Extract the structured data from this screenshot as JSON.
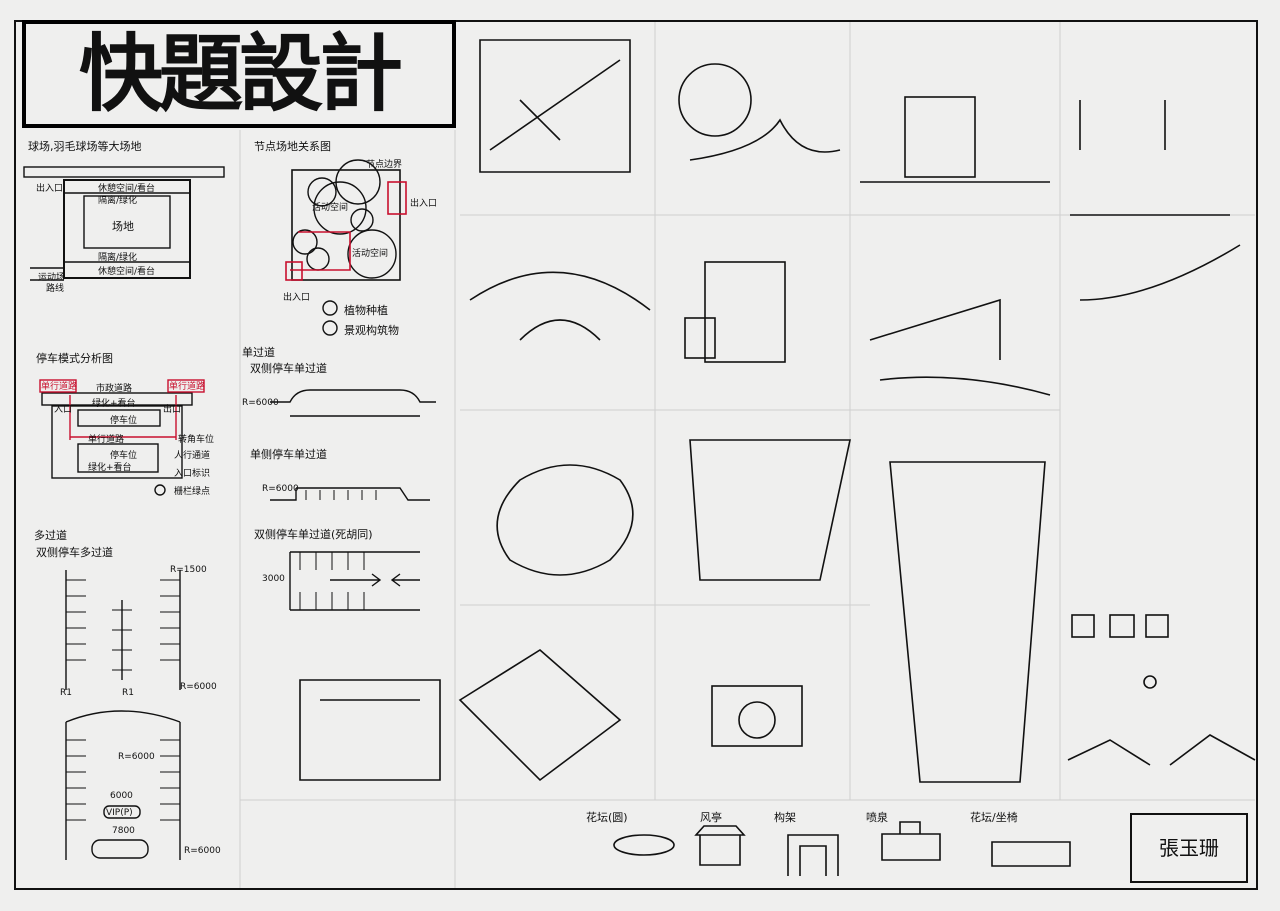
{
  "title": "快題設計",
  "author": "張玉珊",
  "sections": {
    "court": {
      "heading": "球场,羽毛球场等大场地",
      "entrance": "出入口",
      "top_band_1": "休憩空间/看台",
      "top_band_2": "隔离/绿化",
      "center": "场地",
      "bottom_band_1": "隔离/绿化",
      "bottom_band_2": "休憩空间/看台",
      "road_label": "运动场",
      "road_label2": "路线"
    },
    "node": {
      "heading": "节点场地关系图",
      "edge": "节点边界",
      "entrance_right": "出入口",
      "entrance_bottom": "出入口",
      "inner_top": "活动空间",
      "inner_bottom": "活动空间",
      "legend_1": "植物种植",
      "legend_2": "景观构筑物"
    },
    "parking": {
      "heading": "停车模式分析图",
      "road": "市政道路",
      "left_red": "单行道路",
      "right_red": "单行道路",
      "green": "绿化+看台",
      "block1": "停车位",
      "block2": "停车位",
      "entrance_lbl": "入口",
      "exit_lbl": "出口",
      "row1": "单行道路",
      "row2": "绿化+看台",
      "right_1": "转角车位",
      "right_2": "人行通道",
      "right_3": "入口标识",
      "right_4": "栅栏绿点"
    },
    "lanes": {
      "single_heading": "单过道",
      "single_sub": "双侧停车单过道",
      "single_r": "R=6000",
      "one_side_heading": "单侧停车单过道",
      "one_side_r": "R=6000",
      "double_heading": "双侧停车单过道(死胡同)",
      "double_dim": "3000"
    },
    "multi": {
      "heading": "多过道",
      "sub": "双侧停车多过道",
      "r1": "R=1500",
      "r2": "R1",
      "r3": "R1",
      "r4": "R=6000",
      "r5": "R=6000",
      "r6": "R=6000",
      "vip": "VIP(P)",
      "dim1": "6000",
      "dim2": "7800"
    },
    "elements": {
      "e1": "花坛(圆)",
      "e2": "风亭",
      "e3": "构架",
      "e4": "喷泉",
      "e5": "花坛/坐椅"
    }
  },
  "colors": {
    "ink": "#111111",
    "accent": "#c8102e",
    "paper": "#efefee"
  }
}
